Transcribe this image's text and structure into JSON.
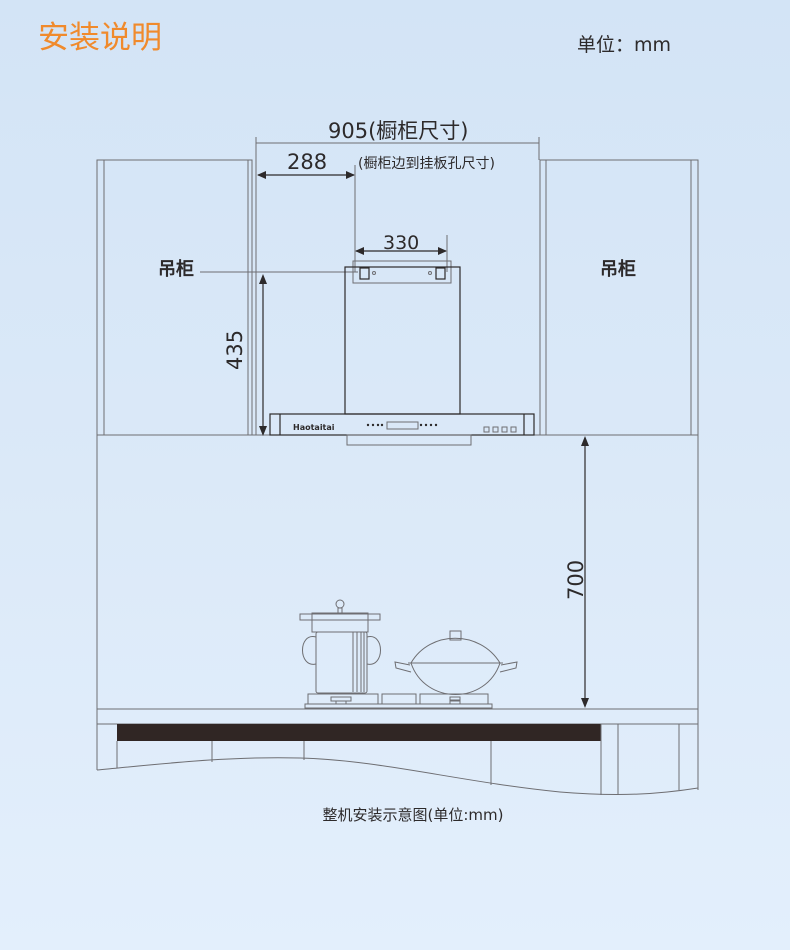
{
  "title": "安装说明",
  "unit_label": "单位：mm",
  "dimensions": {
    "cabinet_width": {
      "value": "905",
      "label": "905(橱柜尺寸)"
    },
    "edge_to_hole": {
      "value": "288",
      "label": "(橱柜边到挂板孔尺寸)"
    },
    "hole_spacing": {
      "value": "330"
    },
    "hood_height": {
      "value": "435"
    },
    "stove_clearance": {
      "value": "700"
    }
  },
  "cabinet_left_label": "吊柜",
  "cabinet_right_label": "吊柜",
  "brand": "Haotaitai",
  "caption": "整机安装示意图(单位:mm)",
  "colors": {
    "title": "#f08a2c",
    "line": "#6e6e72",
    "text": "#2d2a2b",
    "counter_band": "#302624"
  }
}
